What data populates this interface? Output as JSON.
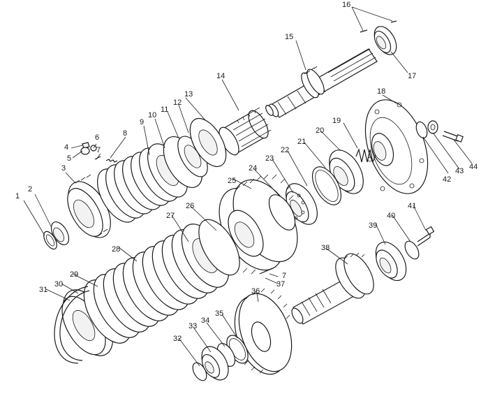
{
  "figure": {
    "type": "exploded-assembly-drawing",
    "ink_color": "#1a1a1a",
    "background": "#ffffff"
  },
  "callouts": [
    {
      "n": "1"
    },
    {
      "n": "2"
    },
    {
      "n": "3"
    },
    {
      "n": "4"
    },
    {
      "n": "5"
    },
    {
      "n": "6"
    },
    {
      "n": "7"
    },
    {
      "n": "8"
    },
    {
      "n": "9"
    },
    {
      "n": "10"
    },
    {
      "n": "11"
    },
    {
      "n": "12"
    },
    {
      "n": "13"
    },
    {
      "n": "14"
    },
    {
      "n": "15"
    },
    {
      "n": "16"
    },
    {
      "n": "17"
    },
    {
      "n": "18"
    },
    {
      "n": "19"
    },
    {
      "n": "20"
    },
    {
      "n": "21"
    },
    {
      "n": "22"
    },
    {
      "n": "23"
    },
    {
      "n": "24"
    },
    {
      "n": "25"
    },
    {
      "n": "26"
    },
    {
      "n": "27"
    },
    {
      "n": "28"
    },
    {
      "n": "29"
    },
    {
      "n": "30"
    },
    {
      "n": "31"
    },
    {
      "n": "32"
    },
    {
      "n": "33"
    },
    {
      "n": "34"
    },
    {
      "n": "35"
    },
    {
      "n": "36"
    },
    {
      "n": "37"
    },
    {
      "n": "38"
    },
    {
      "n": "39"
    },
    {
      "n": "40"
    },
    {
      "n": "41"
    },
    {
      "n": "42"
    },
    {
      "n": "43"
    },
    {
      "n": "44"
    },
    {
      "n": "7"
    }
  ]
}
